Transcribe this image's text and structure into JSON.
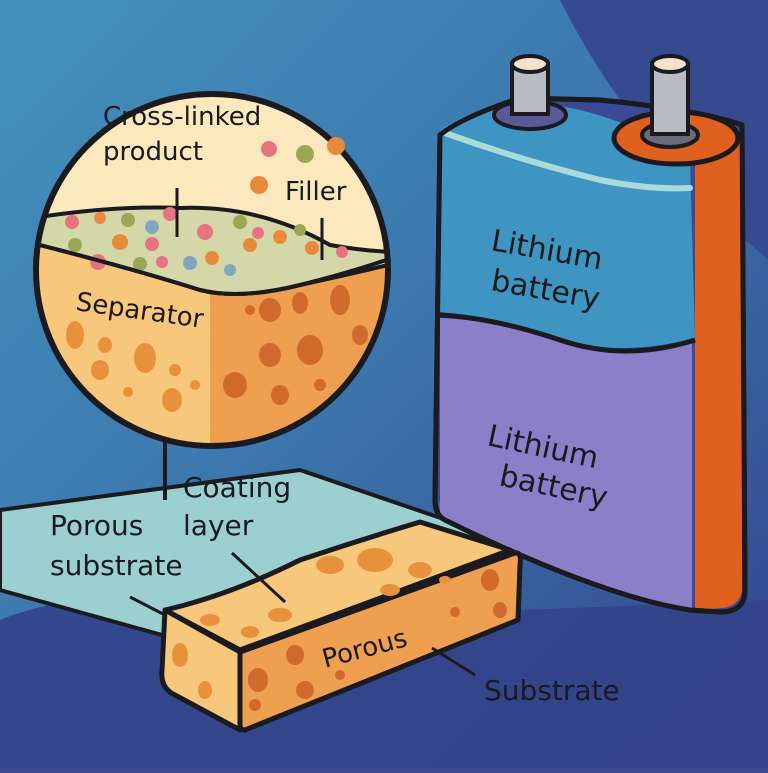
{
  "colors": {
    "background_top": "#3f8fb8",
    "background_bottom": "#35468a",
    "outline": "#1a1a1f",
    "magnifier_fill": "#fbe9bd",
    "coating_fill": "#d4d8a8",
    "separator_light": "#f7c77c",
    "separator_dark": "#eea050",
    "pore_light": "#e8913c",
    "pore_dark": "#cf6a2c",
    "plane_fill": "#9cd0d0",
    "battery_top": "#3f95c2",
    "battery_bottom": "#8a7fc8",
    "battery_side": "#3a4a96",
    "battery_stripe": "#e0601f",
    "terminal": "#b8bcc4",
    "particle_pink": "#e57380",
    "particle_green": "#9aa855",
    "particle_orange": "#e98a3a",
    "particle_blue": "#7fa8c0"
  },
  "labels": {
    "cross_linked_line1": "Cross-linked",
    "cross_linked_line2": "product",
    "filler": "Filler",
    "separator": "Separator",
    "coating_line1": "Coating",
    "coating_line2": "layer",
    "porous_substrate_line1": "Porous",
    "porous_substrate_line2": "substrate",
    "block_porous": "Porous",
    "substrate": "Substrate",
    "battery_upper_line1": "Lithium",
    "battery_upper_line2": "battery",
    "battery_lower_line1": "Lithium",
    "battery_lower_line2": "battery"
  },
  "legend_particles": [
    "pink",
    "green",
    "orange",
    "orange"
  ]
}
